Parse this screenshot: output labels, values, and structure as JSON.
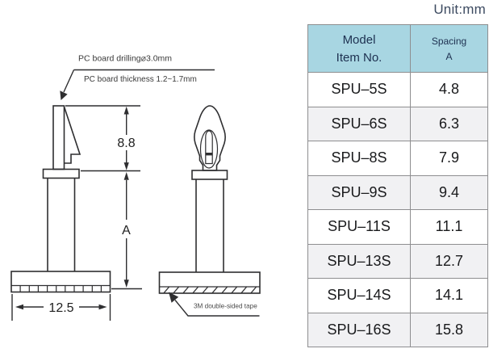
{
  "unit_label": "Unit:mm",
  "diagram": {
    "drilling_note": "PC board drilling⌀3.0mm",
    "thickness_note": "PC board thickness 1.2~1.7mm",
    "tape_note": "3M double-sided tape",
    "dim_clip_height": "8.8",
    "dim_spacing": "A",
    "dim_base_width": "12.5"
  },
  "table": {
    "header": {
      "model_line1": "Model",
      "model_line2": "Item No.",
      "spacing_line1": "Spacing",
      "spacing_line2": "A"
    },
    "rows": [
      {
        "model": "SPU–5S",
        "spacing": "4.8"
      },
      {
        "model": "SPU–6S",
        "spacing": "6.3"
      },
      {
        "model": "SPU–8S",
        "spacing": "7.9"
      },
      {
        "model": "SPU–9S",
        "spacing": "9.4"
      },
      {
        "model": "SPU–11S",
        "spacing": "11.1"
      },
      {
        "model": "SPU–13S",
        "spacing": "12.7"
      },
      {
        "model": "SPU–14S",
        "spacing": "14.1"
      },
      {
        "model": "SPU–16S",
        "spacing": "15.8"
      }
    ]
  },
  "colors": {
    "header_bg": "#a8d6e2",
    "header_text": "#1d3050",
    "unit_text": "#3d4b61",
    "table_border": "#8e8e90",
    "row_alt_bg": "#f1f1f3",
    "line": "#2e2e30"
  }
}
